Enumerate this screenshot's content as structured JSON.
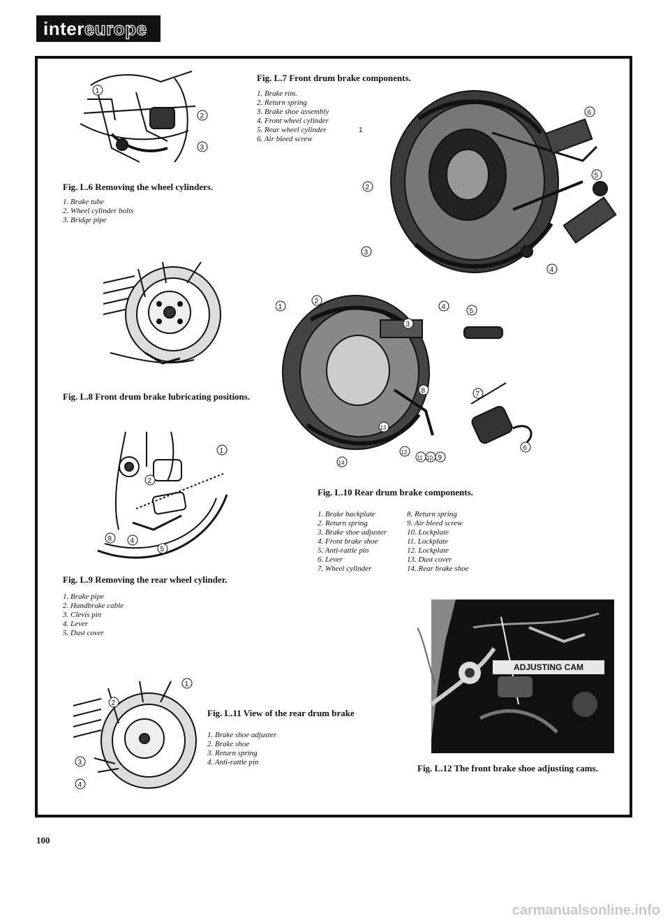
{
  "brand": {
    "prefix": "inter",
    "suffix": "europe"
  },
  "page_number": "100",
  "watermark": "carmanualsonline.info",
  "figures": {
    "l6": {
      "caption": "Fig. L.6 Removing the wheel cylinders.",
      "items": [
        "1. Brake tube",
        "2. Wheel cylinder bolts",
        "3. Bridge pipe"
      ]
    },
    "l7": {
      "caption": "Fig. L.7 Front drum brake components.",
      "items": [
        "1. Brake rim.",
        "2. Return spring",
        "3. Brake shoe assembly",
        "4. Front wheel cylinder",
        "5. Rear wheel cylinder",
        "6. Air bleed screw"
      ]
    },
    "l8": {
      "caption": "Fig. L.8 Front drum brake lubricating positions."
    },
    "l9": {
      "caption": "Fig. L.9 Removing the rear wheel cylinder.",
      "items": [
        "1. Brake pipe",
        "2. Handbrake cable",
        "3. Clevis pin",
        "4. Lever",
        "5. Dust cover"
      ]
    },
    "l10": {
      "caption": "Fig. L.10 Rear drum brake components.",
      "items_left": [
        "1. Brake backplate",
        "2. Return spring",
        "3. Brake shoe adjuster",
        "4. Front brake shoe",
        "5. Anti-rattle pin",
        "6. Lever",
        "7. Wheel cylinder"
      ],
      "items_right": [
        "8. Return spring",
        "9. Air bleed screw",
        "10. Lockplate",
        "11. Lockplate",
        "12. Lockplate",
        "13. Dust cover",
        "14. Rear brake shoe"
      ]
    },
    "l11": {
      "caption": "Fig. L.11 View of the rear drum brake",
      "items": [
        "1. Brake shoe adjuster",
        "2. Brake shoe",
        "3. Return spring",
        "4. Anti-rattle pin"
      ]
    },
    "l12": {
      "caption": "Fig. L.12 The front brake shoe adjusting cams.",
      "photo_label": "ADJUSTING CAM"
    }
  },
  "callouts": {
    "l6": [
      "1",
      "2",
      "3"
    ],
    "l7": [
      "1",
      "2",
      "3",
      "4",
      "5",
      "6"
    ],
    "l9": [
      "1",
      "2",
      "4",
      "5",
      "8"
    ],
    "l10": [
      "1",
      "2",
      "3",
      "4",
      "5",
      "6",
      "7",
      "8",
      "9",
      "10",
      "11",
      "12",
      "13",
      "14"
    ],
    "l11": [
      "1",
      "2",
      "3",
      "4"
    ]
  }
}
